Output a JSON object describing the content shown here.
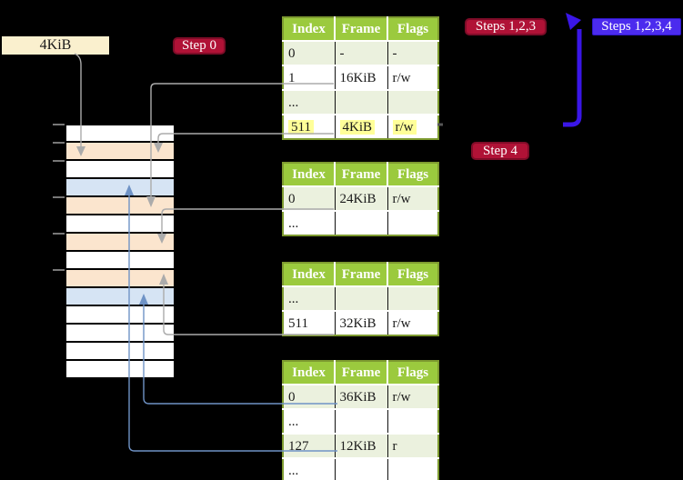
{
  "frame_label": "4KiB",
  "badges": {
    "step0": "Step 0",
    "steps123": "Steps 1,2,3",
    "step4": "Step 4",
    "steps1234": "Steps 1,2,3,4"
  },
  "page_tables": [
    {
      "headers": [
        "Index",
        "Frame",
        "Flags"
      ],
      "rows": [
        [
          "0",
          "-",
          "-"
        ],
        [
          "1",
          "16KiB",
          "r/w"
        ],
        [
          "...",
          "",
          ""
        ],
        [
          "511",
          "4KiB",
          "r/w"
        ]
      ],
      "highlighted_row": "511 | 4KiB | r/w"
    },
    {
      "headers": [
        "Index",
        "Frame",
        "Flags"
      ],
      "rows": [
        [
          "0",
          "24KiB",
          "r/w"
        ],
        [
          "...",
          "",
          ""
        ]
      ]
    },
    {
      "headers": [
        "Index",
        "Frame",
        "Flags"
      ],
      "rows": [
        [
          "...",
          "",
          ""
        ],
        [
          "511",
          "32KiB",
          "r/w"
        ]
      ]
    },
    {
      "headers": [
        "Index",
        "Frame",
        "Flags"
      ],
      "rows": [
        [
          "0",
          "36KiB",
          "r/w"
        ],
        [
          "...",
          "",
          ""
        ],
        [
          "127",
          "12KiB",
          "r"
        ],
        [
          "...",
          "",
          ""
        ]
      ]
    }
  ],
  "physical_memory": {
    "rows": [
      {
        "color": "white"
      },
      {
        "color": "orange"
      },
      {
        "color": "white"
      },
      {
        "color": "blue"
      },
      {
        "color": "orange"
      },
      {
        "color": "white"
      },
      {
        "color": "orange"
      },
      {
        "color": "white"
      },
      {
        "color": "orange"
      },
      {
        "color": "blue"
      },
      {
        "color": "white"
      },
      {
        "color": "white"
      },
      {
        "color": "white"
      },
      {
        "color": "white"
      }
    ]
  },
  "colors": {
    "background": "#000000",
    "table_header_green": "#9BCA3E",
    "table_border_olive": "#7E9B30",
    "table_row_green": "#EBF1DE",
    "highlight_yellow": "#FFFF99",
    "memory_frame_orange": "#FBE5CE",
    "memory_frame_blue": "#D6E4F4",
    "frame_label_cream": "#FAF0CE",
    "badge_red": "#B01236",
    "badge_blue": "#4B2BEE",
    "big_arrow_blue": "#3A16E8",
    "connector_gray": "#ABABAB",
    "connector_blue": "#6F93C6"
  }
}
